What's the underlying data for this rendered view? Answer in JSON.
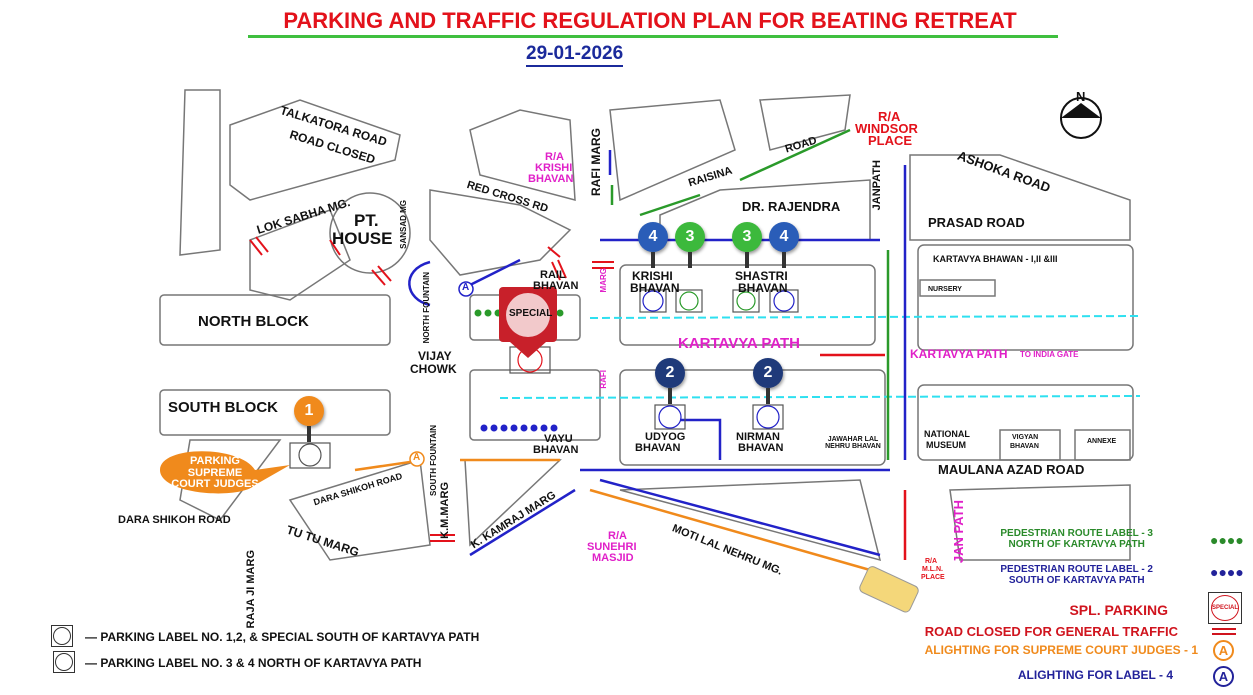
{
  "header": {
    "title": "PARKING  AND TRAFFIC REGULATION PLAN FOR  BEATING  RETREAT",
    "date": "29-01-2026"
  },
  "compass": {
    "label": "N"
  },
  "map": {
    "labels": [
      "TALKATORA ROAD",
      "ROAD CLOSED",
      "LOK SABHA MG.",
      "PT.",
      "HOUSE",
      "SANSAD MG",
      "NORTH FOUNTAIN",
      "NORTH BLOCK",
      "VIJAY",
      "CHOWK",
      "SOUTH BLOCK",
      "SOUTH FOUNTAIN",
      "DARA SHIKOH ROAD",
      "DARA SHIKOH ROAD",
      "TU TU MARG",
      "RAJA JI MARG",
      "K.M.MARG",
      "K. KAMRAJ MARG",
      "MOTI LAL NEHRU MG.",
      "RAFI MARG",
      "RED CROSS RD",
      "RAISINA",
      "ROAD",
      "ASHOKA ROAD",
      "JANPATH",
      "DR. RAJENDRA",
      "PRASAD ROAD",
      "KARTAVYA BHAWAN - I,II &III",
      "NURSERY",
      "RAIL",
      "BHAVAN",
      "KRISHI",
      "BHAVAN",
      "SHASTRI",
      "BHAVAN",
      "VAYU",
      "BHAVAN",
      "UDYOG",
      "BHAVAN",
      "NIRMAN",
      "BHAVAN",
      "JAWAHAR LAL NEHRU BHAVAN",
      "NATIONAL",
      "MUSEUM",
      "VIGYAN",
      "BHAVAN",
      "ANNEXE",
      "MAULANA AZAD ROAD"
    ],
    "magenta_labels": [
      "R/A",
      "KRISHI",
      "BHAVAN",
      "MARG",
      "RAFI",
      "KARTAVYA PATH",
      "KARTAVYA PATH",
      "TO INDIA GATE",
      "R/A",
      "SUNEHRI",
      "MASJID",
      "JAN PATH"
    ],
    "red_labels": [
      "R/A",
      "WINDSOR",
      "PLACE",
      "R/A",
      "M.L.N.",
      "PLACE"
    ],
    "parking_callout": "PARKING SUPREME COURT JUDGES",
    "alighting_symbol": "A",
    "pins": {
      "label_4": "4",
      "label_3": "3",
      "label_2": "2",
      "label_1": "1",
      "special": "SPECIAL"
    }
  },
  "legend_left": [
    "PARKING LABEL NO. 1,2, & SPECIAL  SOUTH OF KARTAVYA PATH",
    "PARKING  LABEL NO. 3 & 4 NORTH OF KARTAVYA PATH"
  ],
  "legend_right": {
    "ped3_line1": "PEDESTRIAN ROUTE LABEL - 3",
    "ped3_line2": "NORTH OF KARTAVYA PATH",
    "ped2_line1": "PEDESTRIAN ROUTE LABEL - 2",
    "ped2_line2": "SOUTH OF KARTAVYA PATH",
    "spl": "SPL. PARKING",
    "spl_icon": "SPECIAL",
    "closed": "ROAD  CLOSED  FOR GENERAL TRAFFIC",
    "alight1": "ALIGHTING FOR SUPREME COURT JUDGES - 1",
    "alight4": "ALIGHTING FOR LABEL - 4",
    "alight_icon": "A"
  },
  "colors": {
    "title": "#e3121b",
    "date": "#1b2a9b",
    "green": "#2a9a2a",
    "blue": "#2222c8",
    "orange": "#f08a1c",
    "magenta": "#e020c8"
  }
}
